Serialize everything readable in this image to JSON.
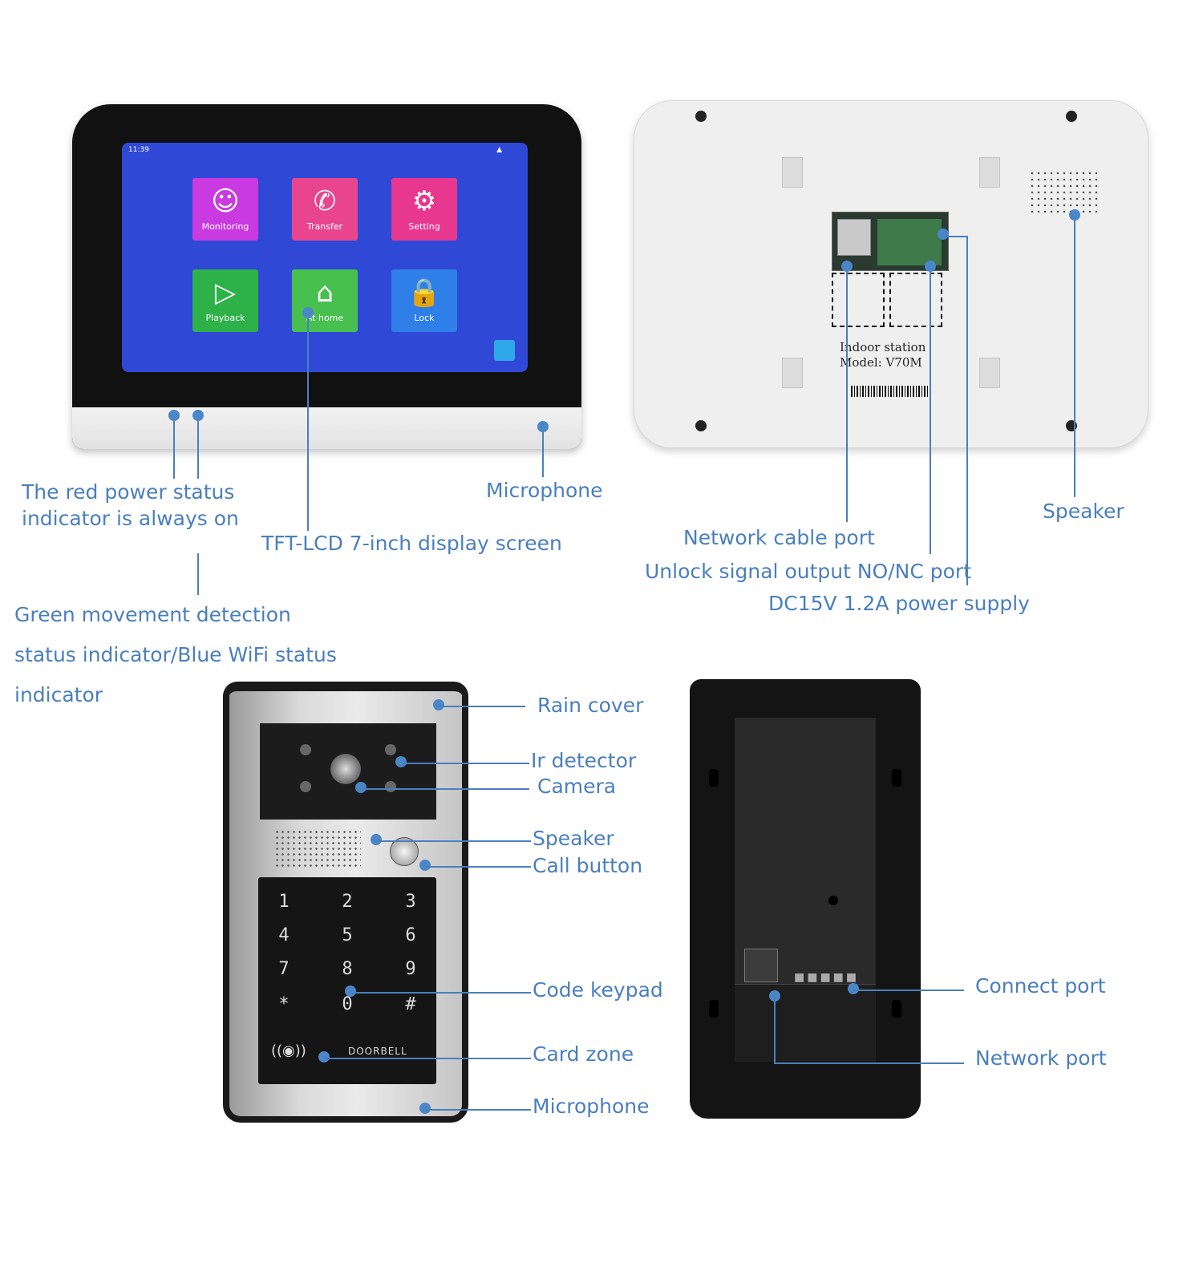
{
  "monitor_front": {
    "status_time": "11:39",
    "apps": [
      {
        "label": "Monitoring",
        "icon": "person-icon",
        "color": "#c93ae0"
      },
      {
        "label": "Transfer",
        "icon": "phone-icon",
        "color": "#e8458e"
      },
      {
        "label": "Setting",
        "icon": "gear-icon",
        "color": "#e8378f"
      },
      {
        "label": "Playback",
        "icon": "play-icon",
        "color": "#2fb14a"
      },
      {
        "label": "At home",
        "icon": "home-icon",
        "color": "#48c04f"
      },
      {
        "label": "Lock",
        "icon": "lock-icon",
        "color": "#2f7fe8"
      }
    ]
  },
  "monitor_back": {
    "model_lines": [
      "Indoor station",
      "Model: V70M"
    ]
  },
  "door_front": {
    "keys": [
      "1",
      "2",
      "3",
      "4",
      "5",
      "6",
      "7",
      "8",
      "9",
      "*",
      "0",
      "#"
    ],
    "brand": "DOORBELL"
  },
  "labels": {
    "red_power": "The red power status\nindicator is always on",
    "front_mic": "Microphone",
    "display": "TFT-LCD 7-inch display screen",
    "green_movement": "Green movement detection\nstatus indicator/Blue WiFi status\nindicator",
    "network_cable_port": "Network cable port",
    "unlock_signal": "Unlock signal output NO/NC port",
    "power_supply": "DC15V 1.2A power supply",
    "back_speaker": "Speaker",
    "rain_cover": "Rain cover",
    "ir_detector": "Ir detector",
    "camera": "Camera",
    "door_speaker": "Speaker",
    "call_button": "Call button",
    "code_keypad": "Code keypad",
    "card_zone": "Card zone",
    "door_mic": "Microphone",
    "connect_port": "Connect port",
    "network_port": "Network port"
  }
}
